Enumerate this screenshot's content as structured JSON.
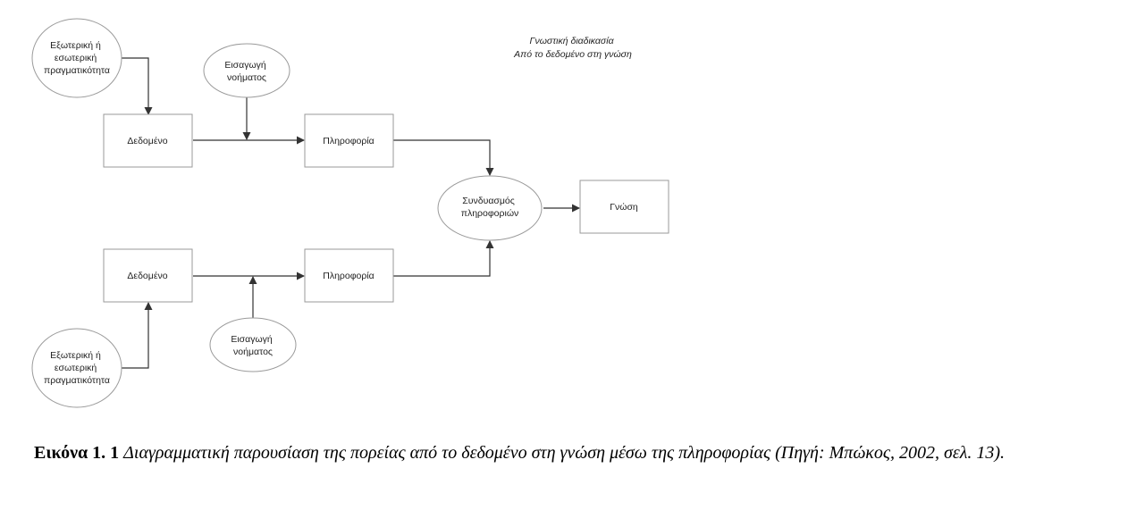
{
  "diagram": {
    "title_lines": [
      "Γνωστική διαδικασία",
      "Από το δεδομένο στη γνώση"
    ],
    "top_reality_lines": [
      "Εξωτερική ή",
      "εσωτερική",
      "πραγματικότητα"
    ],
    "top_meaning_lines": [
      "Εισαγωγή",
      "νοήματος"
    ],
    "top_data": "Δεδομένο",
    "top_info": "Πληροφορία",
    "combine_lines": [
      "Συνδυασμός",
      "πληροφοριών"
    ],
    "knowledge": "Γνώση",
    "bottom_data": "Δεδομένο",
    "bottom_info": "Πληροφορία",
    "bottom_meaning_lines": [
      "Εισαγωγή",
      "νοήματος"
    ],
    "bottom_reality_lines": [
      "Εξωτερική ή",
      "εσωτερική",
      "πραγματικότητα"
    ]
  },
  "caption": {
    "label": "Εικόνα 1. 1",
    "text": "Διαγραμματική παρουσίαση της πορείας από το δεδομένο στη γνώση μέσω της πληροφορίας (Πηγή: Μπώκος, 2002, σελ. 13)."
  }
}
